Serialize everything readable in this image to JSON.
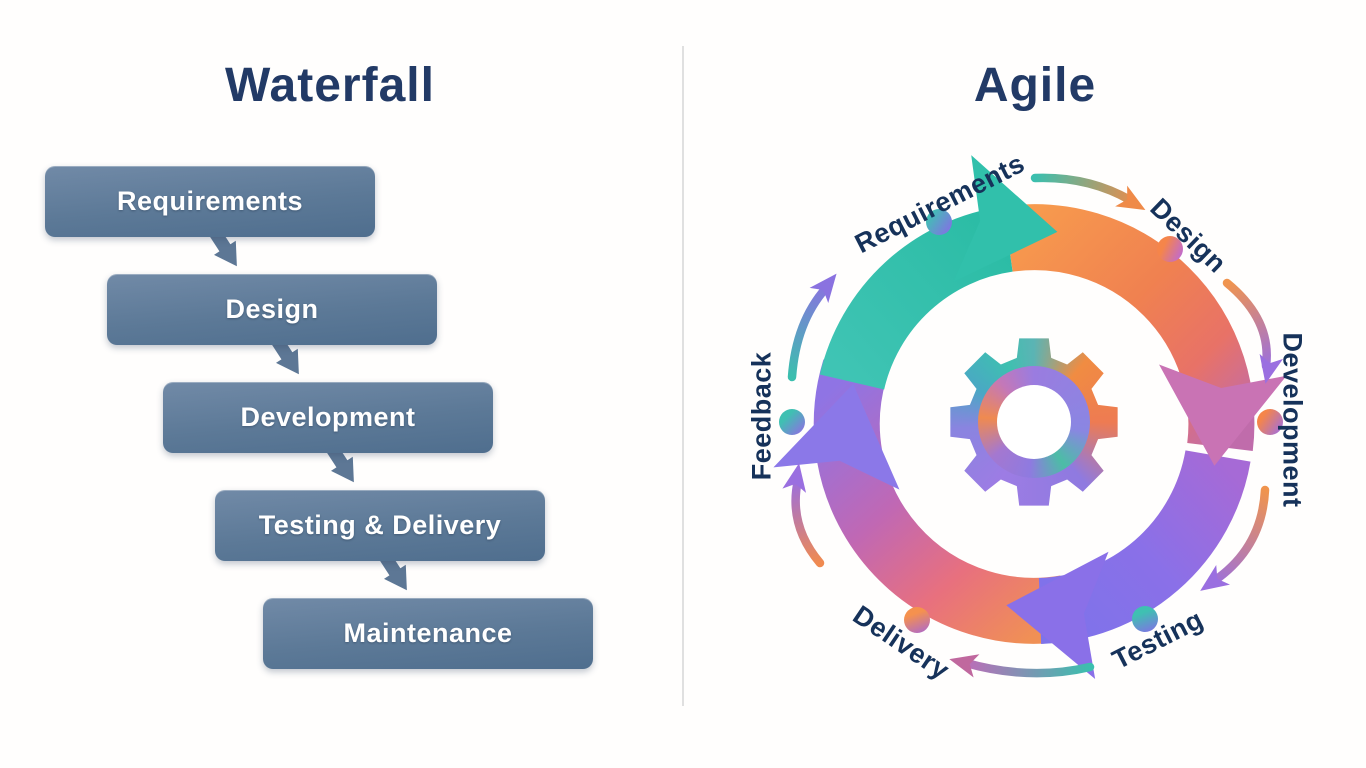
{
  "left_panel": {
    "title": "Waterfall",
    "steps": [
      "Requirements",
      "Design",
      "Development",
      "Testing & Delivery",
      "Maintenance"
    ]
  },
  "right_panel": {
    "title": "Agile",
    "phases": [
      "Requirements",
      "Design",
      "Development",
      "Testing",
      "Delivery",
      "Feedback"
    ]
  },
  "icons": {
    "center": "gear-icon",
    "cycle_markers": "phase-dot",
    "connectors": "arrow-icon"
  },
  "colors": {
    "title_navy": "#223a66",
    "phase_label_navy": "#16325a",
    "waterfall_box_top": "#718aa7",
    "waterfall_box_bottom": "#4f6e8e",
    "waterfall_arrow": "#5d7795",
    "cycle_teal": "#31c0ab",
    "cycle_orange": "#f5944d",
    "cycle_purple": "#8a6fe0",
    "cycle_pink": "#e0708a",
    "divider_gray": "#e0e0e0",
    "box_text": "#ffffff"
  }
}
